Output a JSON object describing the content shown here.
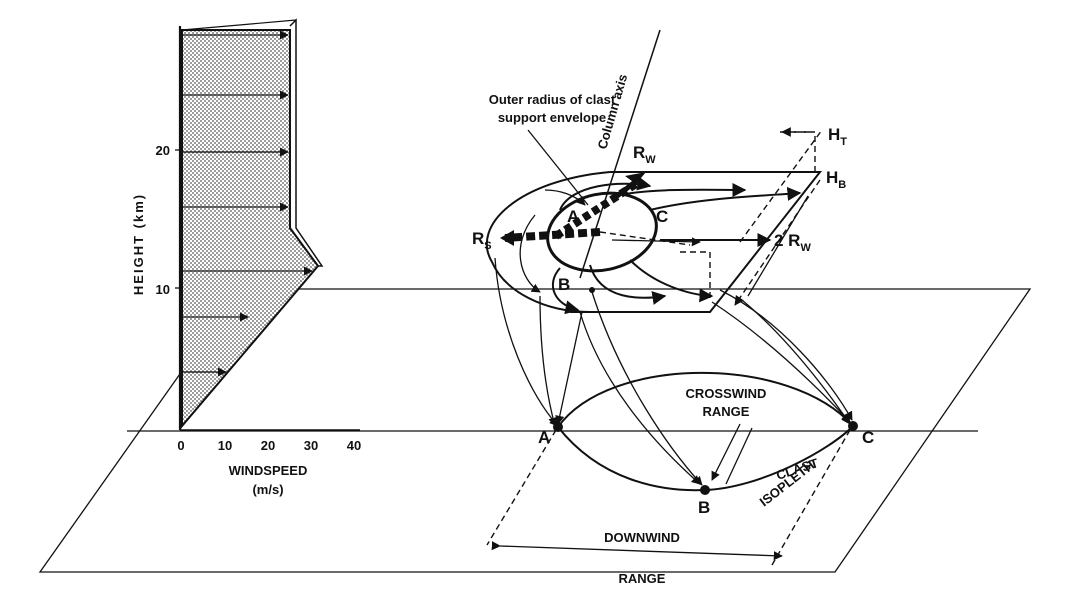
{
  "height_axis": {
    "label": "HEIGHT (km)",
    "ticks": [
      "20",
      "10"
    ]
  },
  "windspeed_axis": {
    "label_line1": "WINDSPEED",
    "label_line2": "(m/s)",
    "ticks": [
      "0",
      "10",
      "20",
      "30",
      "40"
    ]
  },
  "annotations": {
    "column_axis": "Column axis",
    "outer_radius_line1": "Outer radius of clast",
    "outer_radius_line2": "support envelope",
    "r_w": "R",
    "r_w_sub": "W",
    "r_s": "R",
    "r_s_sub": "S",
    "two_r_w": "2 R",
    "two_r_w_sub": "W",
    "h_t": "H",
    "h_t_sub": "T",
    "h_b": "H",
    "h_b_sub": "B",
    "upper_a": "A",
    "upper_b": "B",
    "upper_c": "C",
    "ground_a": "A",
    "ground_b": "B",
    "ground_c": "C",
    "crosswind_line1": "CROSSWIND",
    "crosswind_line2": "RANGE",
    "downwind_line1": "DOWNWIND",
    "downwind_line2": "RANGE",
    "clast": "CLAST",
    "isopleth": "ISOPLETH"
  },
  "colors": {
    "ink": "#111111",
    "stipple": "#bdbdbd",
    "background": "#ffffff"
  }
}
